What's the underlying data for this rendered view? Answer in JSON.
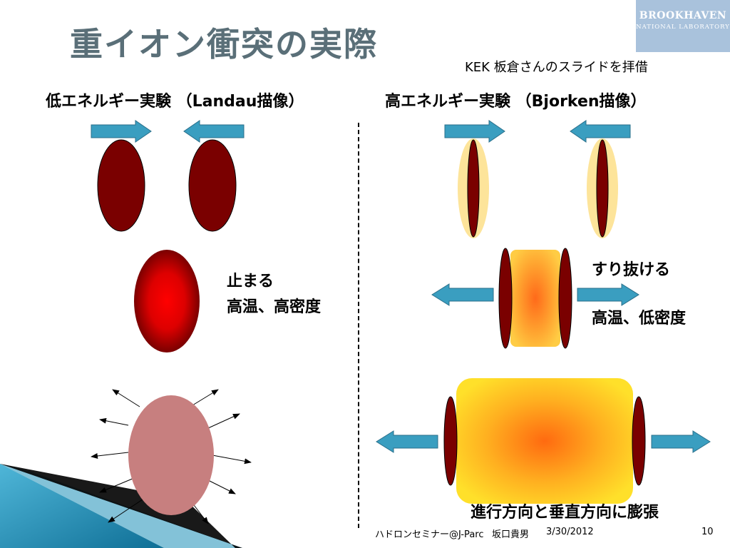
{
  "slide": {
    "title": "重イオン衝突の実際",
    "credit": "KEK 板倉さんのスライドを拝借",
    "logo": {
      "line1": "BROOKHAVEN",
      "line2": "NATIONAL LABORATORY"
    },
    "left_heading": "低エネルギー実験 （Landau描像）",
    "right_heading": "高エネルギー実験 （Bjorken描像）",
    "left_label_line1": "止まる",
    "left_label_line2": "高温、高密度",
    "right_label_pass": "すり抜ける",
    "right_label_state": "高温、低密度",
    "right_label_bottom": "進行方向と垂直方向に膨張",
    "footer": {
      "seminar": "ハドロンセミナー@J-Parc",
      "author": "坂口貴男",
      "date": "3/30/2012",
      "page": "10"
    }
  },
  "colors": {
    "nucleus": "#7a0000",
    "arrow_fill": "#3a9ec0",
    "arrow_stroke": "#2a6f8a",
    "lens_halo": "#fde49a",
    "hot_center": "#ff0000",
    "fireball": "#c77f7f",
    "title_gray": "#5a6f78",
    "logo_bg": "#a9c2dc",
    "corner_teal": "#1e8fb8"
  }
}
